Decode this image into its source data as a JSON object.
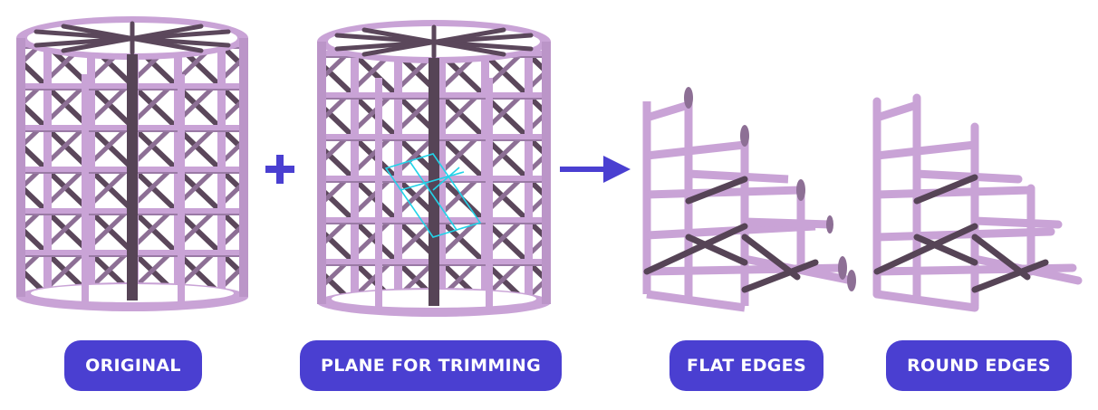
{
  "labels": {
    "original": "ORIGINAL",
    "plane": "PLANE FOR TRIMMING",
    "flat": "FLAT EDGES",
    "round": "ROUND EDGES"
  },
  "symbols": {
    "plus": "plus-icon",
    "arrow": "arrow-right-icon"
  },
  "colors": {
    "accent": "#4a3fd1",
    "strut": "#c9a3d6",
    "strut_dark": "#564456",
    "trim_plane": "#22d3e8",
    "label_text": "#ffffff"
  }
}
